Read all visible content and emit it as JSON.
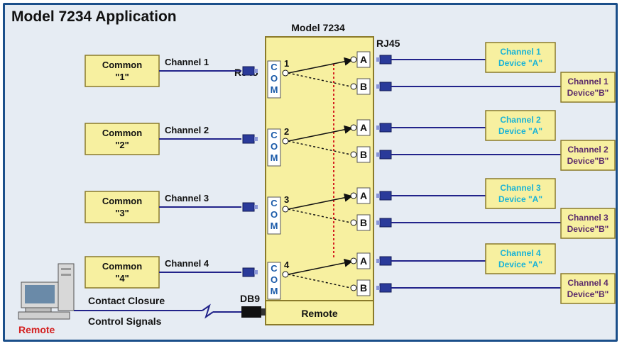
{
  "title": "Model 7234 Application",
  "device_label": "Model 7234",
  "rj45_left": "RJ45",
  "rj45_right": "RJ45",
  "db9": "DB9",
  "remote_panel": "Remote",
  "remote_pc_label": "Remote",
  "contact_closure": "Contact Closure",
  "control_signals": "Control Signals",
  "com": [
    "C",
    "O",
    "M"
  ],
  "port_a": "A",
  "port_b": "B",
  "channels": [
    {
      "number": "1",
      "label": "Channel 1",
      "common": [
        "Common",
        "\"1\""
      ],
      "dev_a": [
        "Channel 1",
        "Device \"A\""
      ],
      "dev_b": [
        "Channel 1",
        "Device\"B\""
      ]
    },
    {
      "number": "2",
      "label": "Channel 2",
      "common": [
        "Common",
        "\"2\""
      ],
      "dev_a": [
        "Channel 2",
        "Device \"A\""
      ],
      "dev_b": [
        "Channel 2",
        "Device\"B\""
      ]
    },
    {
      "number": "3",
      "label": "Channel 3",
      "common": [
        "Common",
        "\"3\""
      ],
      "dev_a": [
        "Channel 3",
        "Device \"A\""
      ],
      "dev_b": [
        "Channel 3",
        "Device\"B\""
      ]
    },
    {
      "number": "4",
      "label": "Channel 4",
      "common": [
        "Common",
        "\"4\""
      ],
      "dev_a": [
        "Channel 4",
        "Device \"A\""
      ],
      "dev_b": [
        "Channel 4",
        "Device\"B\""
      ]
    }
  ],
  "colors": {
    "frame": "#1b4f8a",
    "background": "#e6ecf3",
    "box_fill": "#f7f0a0",
    "box_stroke": "#8a7a2a",
    "cable": "#22238a",
    "connector": "#2a3a9a",
    "device_a_text": "#1ab3d6",
    "device_b_text": "#5a2a6a",
    "remote_text": "#d42020",
    "dotted_red": "#d42020"
  }
}
